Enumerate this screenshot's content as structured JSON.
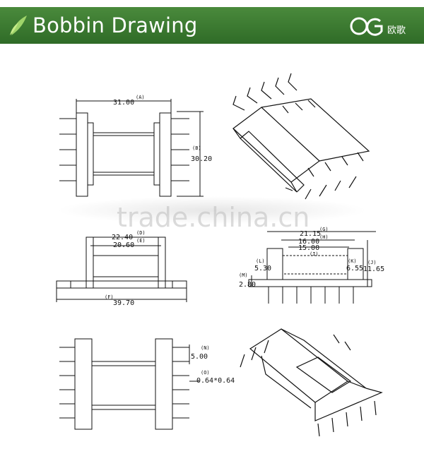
{
  "header": {
    "title": "Bobbin Drawing",
    "logo_text": "欧歌",
    "leaf_icon": "leaf-icon",
    "logo_icon": "og-logo-icon",
    "colors": {
      "bar_top": "#4a8a3c",
      "bar_bottom": "#2f6b27"
    }
  },
  "watermark": "trade.china.cn",
  "dimensions": {
    "a": {
      "value": "31.00",
      "tag": "(A)"
    },
    "b": {
      "value": "30.20",
      "tag": "(B)"
    },
    "d": {
      "value": "22.40",
      "tag": "(D)"
    },
    "e": {
      "value": "20.60",
      "tag": "(E)"
    },
    "f": {
      "value": "39.70",
      "tag": "(F)"
    },
    "g": {
      "value": "21.15",
      "tag": "(G)"
    },
    "h": {
      "value": "16.00",
      "tag": "(H)"
    },
    "i": {
      "value": "15.00",
      "tag": "(I)"
    },
    "j": {
      "value": "11.65",
      "tag": "(J)"
    },
    "k": {
      "value": "6.55",
      "tag": "(K)"
    },
    "l": {
      "value": "5.30",
      "tag": "(L)"
    },
    "m": {
      "value": "2.80",
      "tag": "(M)"
    },
    "n": {
      "value": "5.00",
      "tag": "(N)"
    },
    "o": {
      "value": "0.64*0.64",
      "tag": "(O)"
    }
  }
}
